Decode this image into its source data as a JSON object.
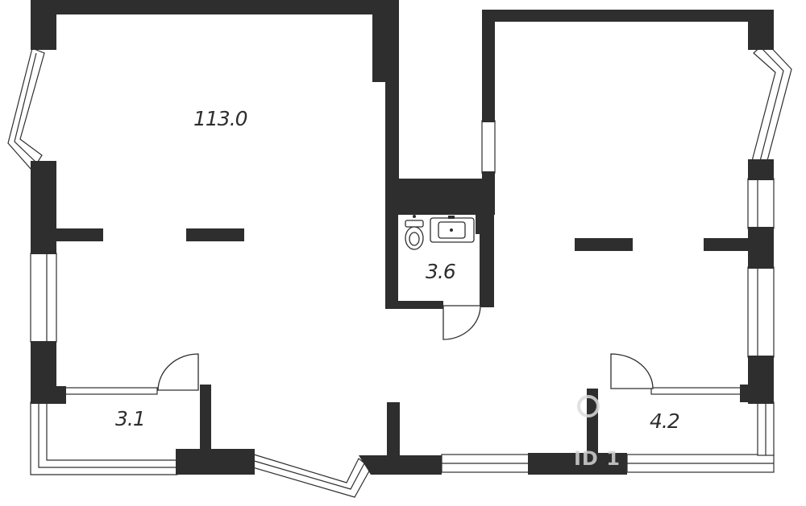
{
  "rooms": [
    {
      "id": "main",
      "area_label": "113.0"
    },
    {
      "id": "bathroom",
      "area_label": "3.6"
    },
    {
      "id": "balcony-left",
      "area_label": "3.1"
    },
    {
      "id": "balcony-right",
      "area_label": "4.2"
    }
  ],
  "watermark": {
    "text": "ID 1"
  },
  "colors": {
    "wall": "#2e2e2e",
    "background": "#ffffff"
  }
}
